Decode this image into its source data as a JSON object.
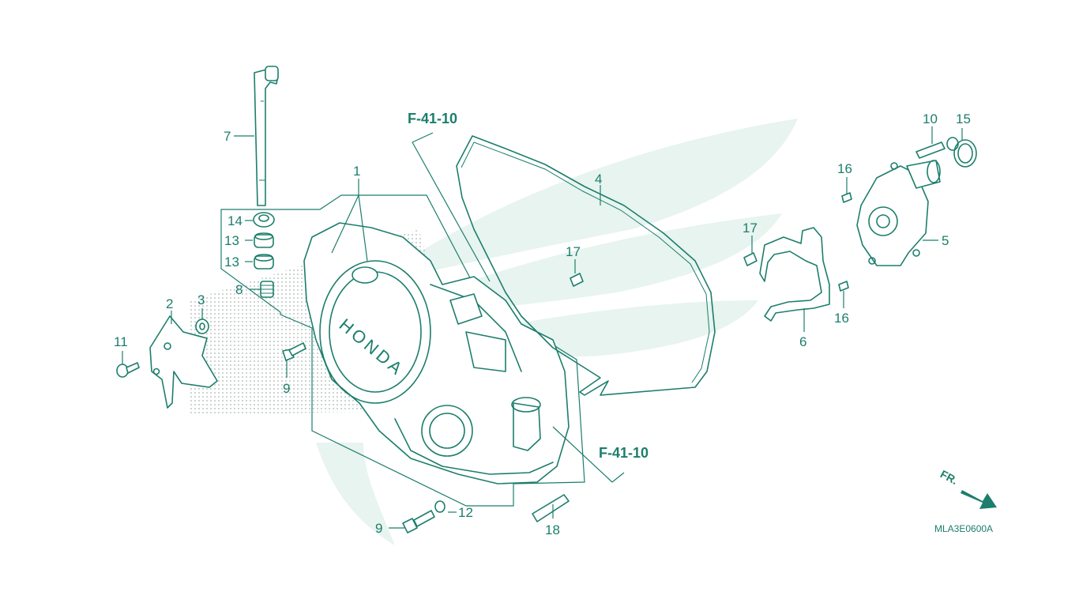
{
  "diagram": {
    "refs": [
      {
        "id": "ref-top",
        "text": "F-41-10"
      },
      {
        "id": "ref-bottom",
        "text": "F-41-10"
      }
    ],
    "callouts": [
      {
        "id": "c1",
        "text": "1"
      },
      {
        "id": "c2",
        "text": "2"
      },
      {
        "id": "c3",
        "text": "3"
      },
      {
        "id": "c4",
        "text": "4"
      },
      {
        "id": "c5",
        "text": "5"
      },
      {
        "id": "c6",
        "text": "6"
      },
      {
        "id": "c7",
        "text": "7"
      },
      {
        "id": "c8",
        "text": "8"
      },
      {
        "id": "c9a",
        "text": "9"
      },
      {
        "id": "c9b",
        "text": "9"
      },
      {
        "id": "c10",
        "text": "10"
      },
      {
        "id": "c11",
        "text": "11"
      },
      {
        "id": "c12",
        "text": "12"
      },
      {
        "id": "c13a",
        "text": "13"
      },
      {
        "id": "c13b",
        "text": "13"
      },
      {
        "id": "c14",
        "text": "14"
      },
      {
        "id": "c15",
        "text": "15"
      },
      {
        "id": "c16a",
        "text": "16"
      },
      {
        "id": "c16b",
        "text": "16"
      },
      {
        "id": "c17a",
        "text": "17"
      },
      {
        "id": "c17b",
        "text": "17"
      },
      {
        "id": "c18",
        "text": "18"
      }
    ],
    "front_arrow_label": "FR.",
    "diagram_code": "MLA3E0600A",
    "accent_color": "#1c7e6c"
  }
}
